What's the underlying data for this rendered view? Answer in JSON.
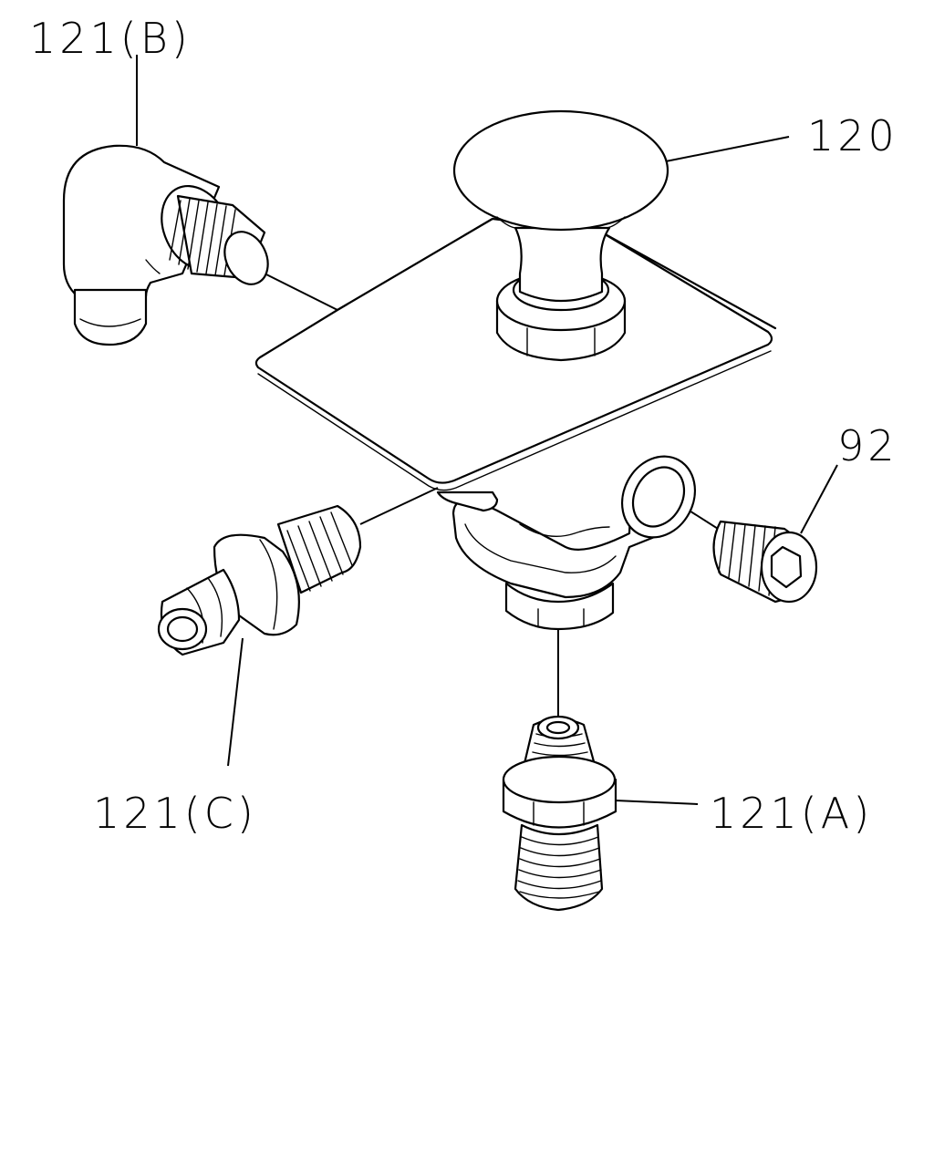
{
  "callouts": {
    "part_120": "120",
    "part_92": "92",
    "part_121_a": "121(A)",
    "part_121_b": "121(B)",
    "part_121_c": "121(C)"
  },
  "style": {
    "line_color": "#000000",
    "background": "#ffffff"
  }
}
